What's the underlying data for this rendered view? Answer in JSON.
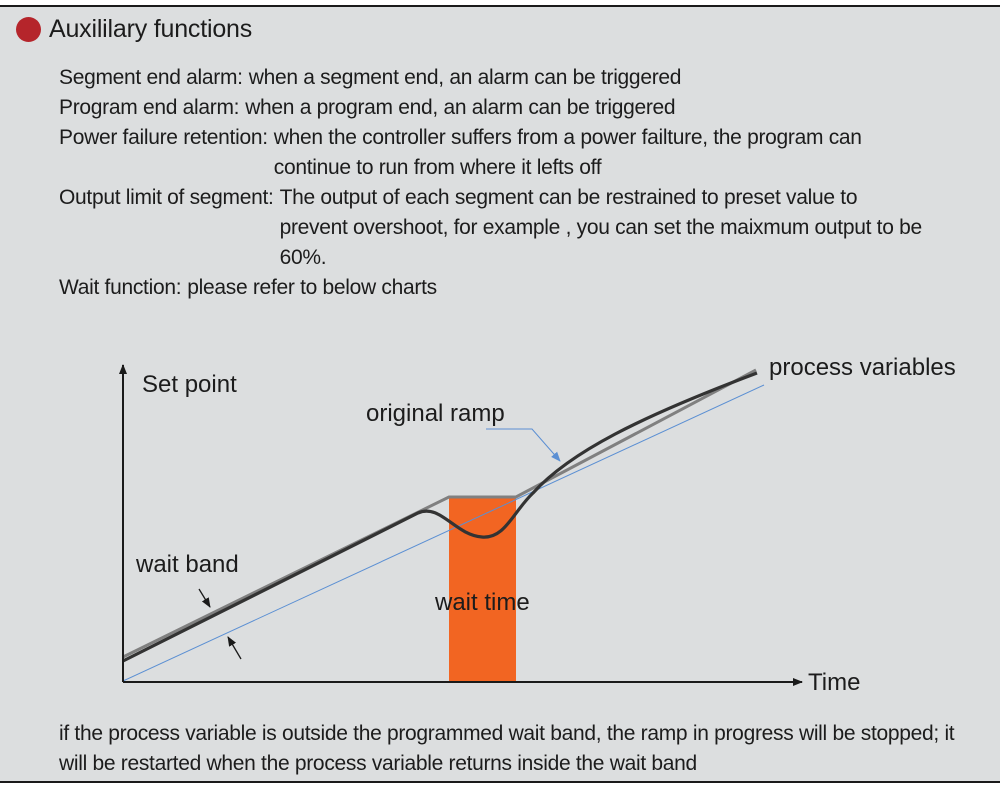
{
  "header": {
    "title": "Auxililary functions",
    "bullet_color": "#b5252b"
  },
  "features": [
    {
      "name": "Segment end alarm:",
      "desc": "when a segment end, an alarm can be triggered"
    },
    {
      "name": "Program end alarm:",
      "desc": "when a program end, an alarm can be triggered"
    },
    {
      "name": "Power failure retention:",
      "desc": "when the controller suffers from a power failture, the program can continue to run from where it lefts off"
    },
    {
      "name": "Output limit of segment:",
      "desc": "The output of each segment can be restrained to preset value to prevent overshoot, for example , you can set the maixmum output to be 60%."
    },
    {
      "name": "Wait function:",
      "desc": "please refer to below charts"
    }
  ],
  "diagram": {
    "y_axis_label": "Set point",
    "x_axis_label": "Time",
    "process_variables_label": "process variables",
    "original_ramp_label": "original ramp",
    "wait_band_label": "wait band",
    "wait_time_label": "wait time",
    "wait_time_color": "#f26522",
    "band_line_color": "#5b8fd3",
    "ramp_color": "#808080",
    "process_variable_color": "#333333"
  },
  "footer": {
    "text": "if the process variable is outside the programmed wait band, the ramp in progress will be stopped; it will be restarted when the process variable returns inside the wait band"
  }
}
